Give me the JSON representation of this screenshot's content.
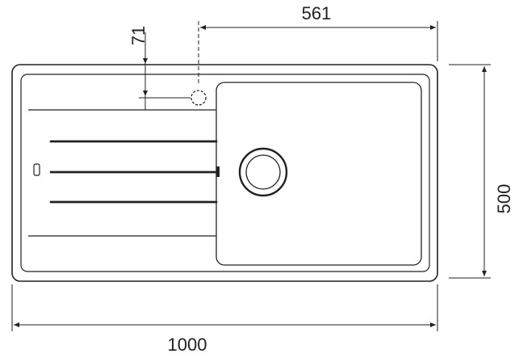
{
  "diagram": {
    "dimensions": {
      "overall_width": "1000",
      "overall_depth": "500",
      "tap_hole_offset": "561",
      "tap_hole_depth": "71"
    },
    "colors": {
      "line": "#222222",
      "background": "#ffffff"
    }
  }
}
